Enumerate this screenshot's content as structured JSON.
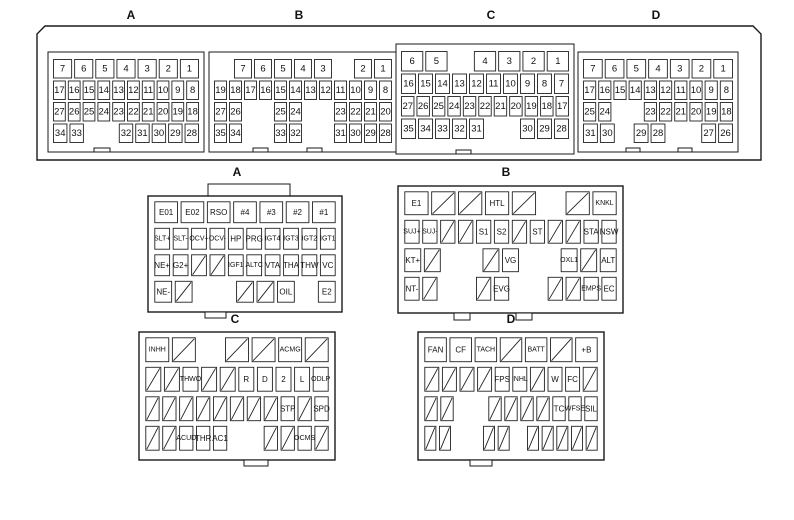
{
  "top_connector": {
    "headers": [
      "A",
      "B",
      "C",
      "D"
    ],
    "blocks": [
      {
        "rows": [
          [
            "7",
            "6",
            "5",
            "4",
            "3",
            "2",
            "1"
          ],
          [
            "17",
            "16",
            "15",
            "14",
            "13",
            "12",
            "11",
            "10",
            "9",
            "8"
          ],
          [
            "27",
            "26",
            "25",
            "24",
            "23",
            "22",
            "21",
            "20",
            "19",
            "18"
          ],
          [
            "34",
            "33",
            "",
            "",
            "32",
            "31",
            "30",
            "29",
            "28"
          ]
        ]
      },
      {
        "rows": [
          [
            "",
            "7",
            "6",
            "5",
            "4",
            "3",
            "",
            "2",
            "1"
          ],
          [
            "19",
            "18",
            "17",
            "16",
            "15",
            "14",
            "13",
            "12",
            "11",
            "10",
            "9",
            "8"
          ],
          [
            "27",
            "26",
            "",
            "",
            "25",
            "24",
            "",
            "",
            "23",
            "22",
            "21",
            "20"
          ],
          [
            "35",
            "34",
            "",
            "",
            "33",
            "32",
            "",
            "",
            "31",
            "30",
            "29",
            "28"
          ]
        ]
      },
      {
        "rows": [
          [
            "6",
            "5",
            "",
            "4",
            "3",
            "2",
            "1"
          ],
          [
            "16",
            "15",
            "14",
            "13",
            "12",
            "11",
            "10",
            "9",
            "8",
            "7"
          ],
          [
            "27",
            "26",
            "25",
            "24",
            "23",
            "22",
            "21",
            "20",
            "19",
            "18",
            "17"
          ],
          [
            "35",
            "34",
            "33",
            "32",
            "31",
            "",
            "",
            "30",
            "29",
            "28"
          ]
        ]
      },
      {
        "rows": [
          [
            "7",
            "6",
            "5",
            "4",
            "3",
            "2",
            "1"
          ],
          [
            "17",
            "16",
            "15",
            "14",
            "13",
            "12",
            "11",
            "10",
            "9",
            "8"
          ],
          [
            "25",
            "24",
            "",
            "",
            "23",
            "22",
            "21",
            "20",
            "19",
            "18"
          ],
          [
            "31",
            "30",
            "",
            "29",
            "28",
            "",
            "",
            "27",
            "26"
          ]
        ]
      }
    ]
  },
  "terminal_blocks": [
    {
      "header": "A",
      "rows": [
        [
          "E01",
          "E02",
          "RSO",
          "#4",
          "#3",
          "#2",
          "#1"
        ],
        [
          "SLT+",
          "SLT-",
          "OCV+",
          "OCV-",
          "HP",
          "PRG",
          "IGT4",
          "IGT3",
          "IGT2",
          "IGT1"
        ],
        [
          "NE+",
          "G2+",
          "/",
          "/",
          "IGF1",
          "ALTC",
          "VTA",
          "THA",
          "THW",
          "VC"
        ],
        [
          "NE-",
          "/",
          "",
          "",
          "/",
          "/",
          "OIL",
          "",
          "E2"
        ]
      ]
    },
    {
      "header": "B",
      "rows": [
        [
          "E1",
          "/",
          "/",
          "HTL",
          "/",
          "",
          "/",
          "KNKL"
        ],
        [
          "SUJ+",
          "SUJ-",
          "/",
          "/",
          "S1",
          "S2",
          "/",
          "ST",
          "/",
          "/",
          "STA",
          "NSW"
        ],
        [
          "KT+",
          "/",
          "",
          "",
          "/",
          "VG",
          "",
          "",
          "OXL1",
          "/",
          "ALT"
        ],
        [
          "NT-",
          "/",
          "",
          "",
          "/",
          "EVG",
          "",
          "",
          "/",
          "/",
          "EMPS",
          "EC"
        ]
      ]
    },
    {
      "header": "C",
      "rows": [
        [
          "INHH",
          "/",
          "",
          "/",
          "/",
          "ACMG",
          "/"
        ],
        [
          "/",
          "/",
          "THWO",
          "/",
          "/",
          "R",
          "D",
          "2",
          "L",
          "ODLP"
        ],
        [
          "/",
          "/",
          "/",
          "/",
          "/",
          "/",
          "/",
          "/",
          "STP",
          "/",
          "SPD"
        ],
        [
          "/",
          "/",
          "ACUD",
          "THR",
          "AC1",
          "",
          "",
          "/",
          "/",
          "OCMS",
          "/"
        ]
      ]
    },
    {
      "header": "D",
      "rows": [
        [
          "FAN",
          "CF",
          "TACH",
          "/",
          "BATT",
          "/",
          "+B"
        ],
        [
          "/",
          "/",
          "/",
          "/",
          "FPS",
          "INHL",
          "/",
          "W",
          "FC",
          "/"
        ],
        [
          "/",
          "/",
          "",
          "",
          "/",
          "/",
          "/",
          "/",
          "TC",
          "WFSE",
          "SIL"
        ],
        [
          "/",
          "/",
          "",
          "",
          "/",
          "/",
          "",
          "/",
          "/",
          "/",
          "/",
          "/"
        ]
      ]
    }
  ]
}
